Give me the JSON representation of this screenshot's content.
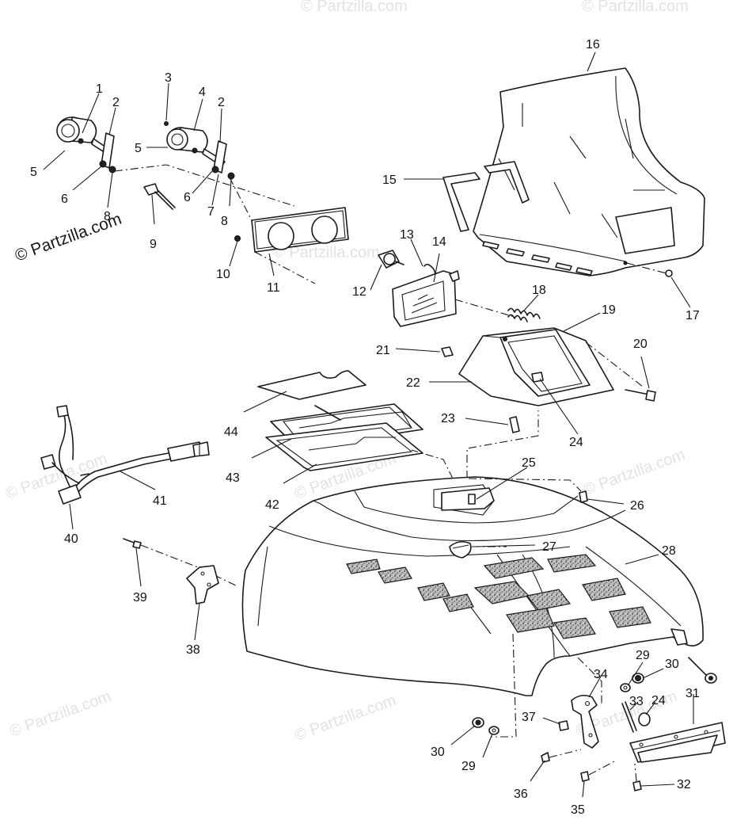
{
  "watermarks": {
    "main": "© Partzilla.com",
    "faint": "© Partzilla.com"
  },
  "callouts": {
    "c1": "1",
    "c2a": "2",
    "c2b": "2",
    "c3": "3",
    "c4": "4",
    "c5a": "5",
    "c5b": "5",
    "c6a": "6",
    "c6b": "6",
    "c7": "7",
    "c8a": "8",
    "c8b": "8",
    "c9": "9",
    "c10": "10",
    "c11": "11",
    "c12": "12",
    "c13": "13",
    "c14": "14",
    "c15": "15",
    "c16": "16",
    "c17": "17",
    "c18": "18",
    "c19": "19",
    "c20": "20",
    "c21": "21",
    "c22": "22",
    "c23": "23",
    "c24a": "24",
    "c24b": "24",
    "c25": "25",
    "c26": "26",
    "c27": "27",
    "c28": "28",
    "c29a": "29",
    "c29b": "29",
    "c30a": "30",
    "c30b": "30",
    "c31": "31",
    "c32": "32",
    "c33": "33",
    "c34": "34",
    "c35": "35",
    "c36": "36",
    "c37": "37",
    "c38": "38",
    "c39": "39",
    "c40": "40",
    "c41": "41",
    "c42": "42",
    "c43": "43",
    "c44": "44"
  },
  "colors": {
    "ink": "#1a1a1a",
    "background": "#ffffff",
    "watermark": "#e2e2e2"
  }
}
